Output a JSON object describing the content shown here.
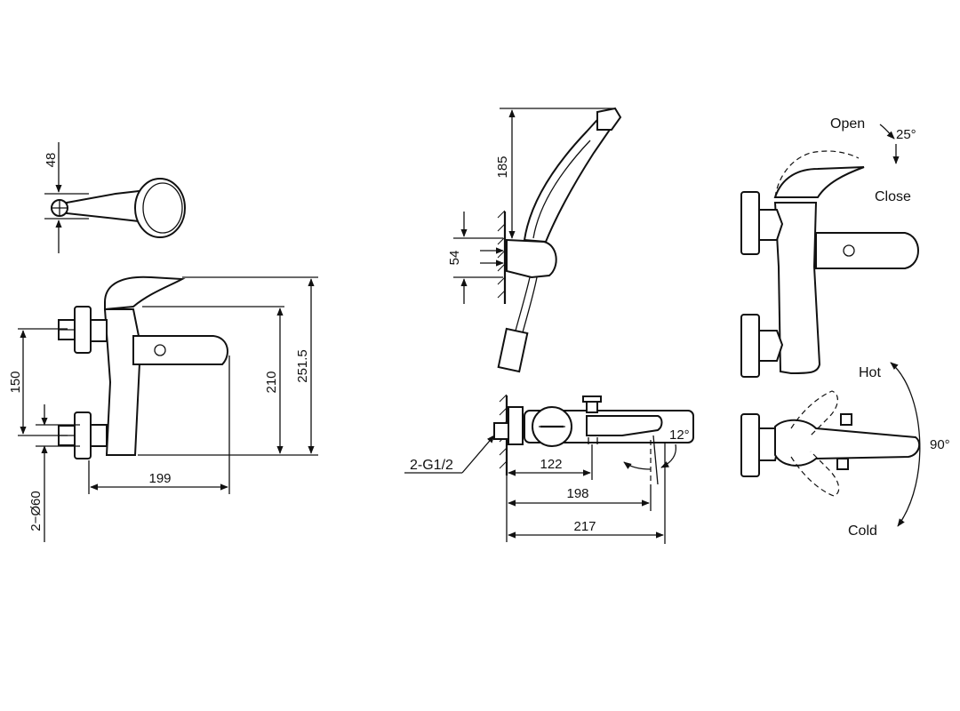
{
  "dimensions": {
    "d48": "48",
    "d150": "150",
    "d210": "210",
    "d251_5": "251.5",
    "d199": "199",
    "d2_phi60": "2−Ø60",
    "d185": "185",
    "d54": "54",
    "d2_g1_2": "2-G1/2",
    "d122": "122",
    "d198": "198",
    "d217": "217",
    "a12": "12°",
    "a25": "25°",
    "a90": "90°"
  },
  "labels": {
    "open": "Open",
    "close": "Close",
    "hot": "Hot",
    "cold": "Cold"
  },
  "icons": {
    "arrow": "arrowhead-icon"
  }
}
